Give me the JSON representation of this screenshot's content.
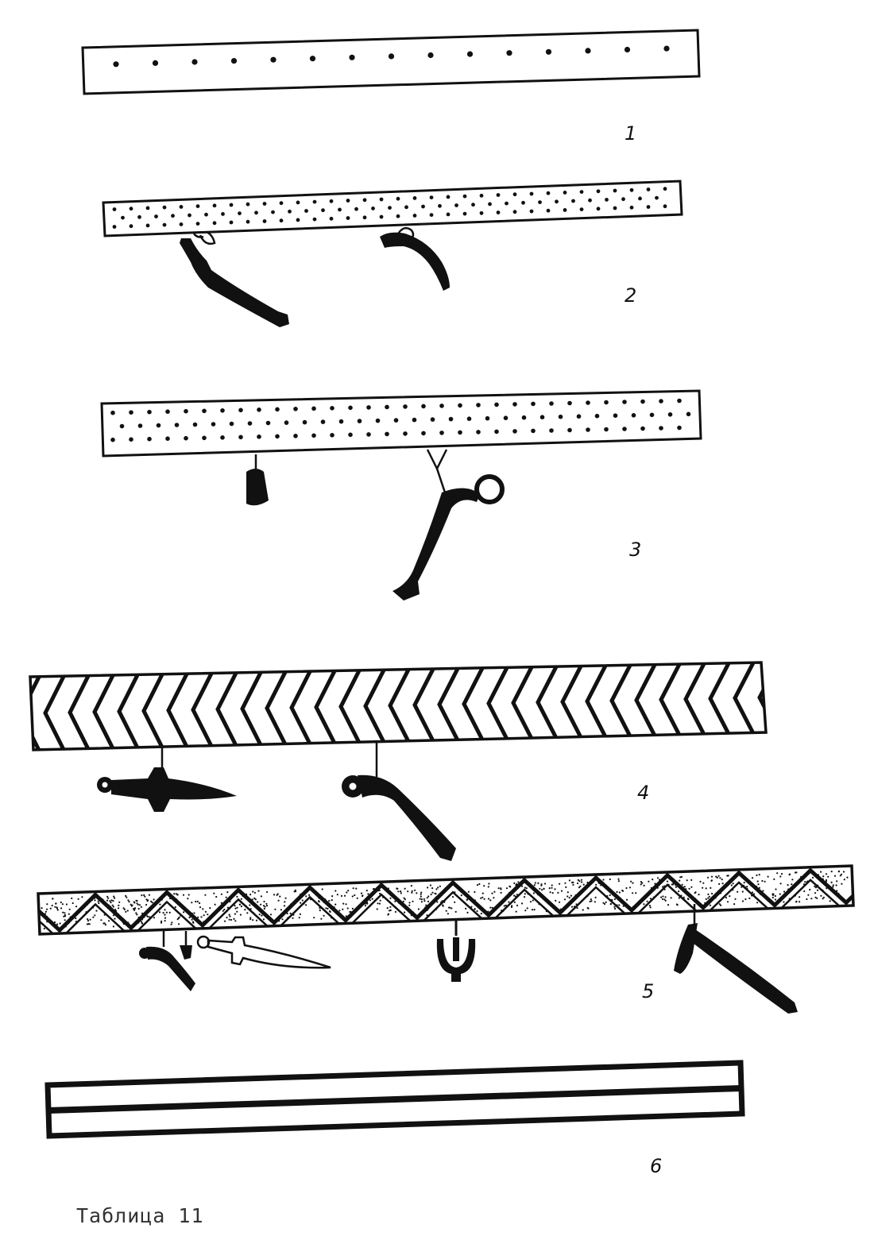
{
  "plate": {
    "caption": "Таблица 11",
    "ink_color": "#111111",
    "background": "#ffffff"
  },
  "panels": [
    {
      "number": "1",
      "pattern": "single-dot-row",
      "pendants": []
    },
    {
      "number": "2",
      "pattern": "dense-dots",
      "pendants": [
        "anthropomorphic-pendant-icon",
        "hooked-pendant-icon"
      ]
    },
    {
      "number": "3",
      "pattern": "dense-dots",
      "pendants": [
        "bell-pendant-icon",
        "ring-pendant-icon"
      ]
    },
    {
      "number": "4",
      "pattern": "chevron-herringbone",
      "pendants": [
        "dagger-icon",
        "hooked-pendant-icon"
      ]
    },
    {
      "number": "5",
      "pattern": "dotted-triangles",
      "pendants": [
        "hooked-pendant-icon",
        "small-pendant-icon",
        "dagger-icon",
        "trident-icon",
        "hammer-icon"
      ]
    },
    {
      "number": "6",
      "pattern": "two-stripes",
      "pendants": []
    }
  ]
}
